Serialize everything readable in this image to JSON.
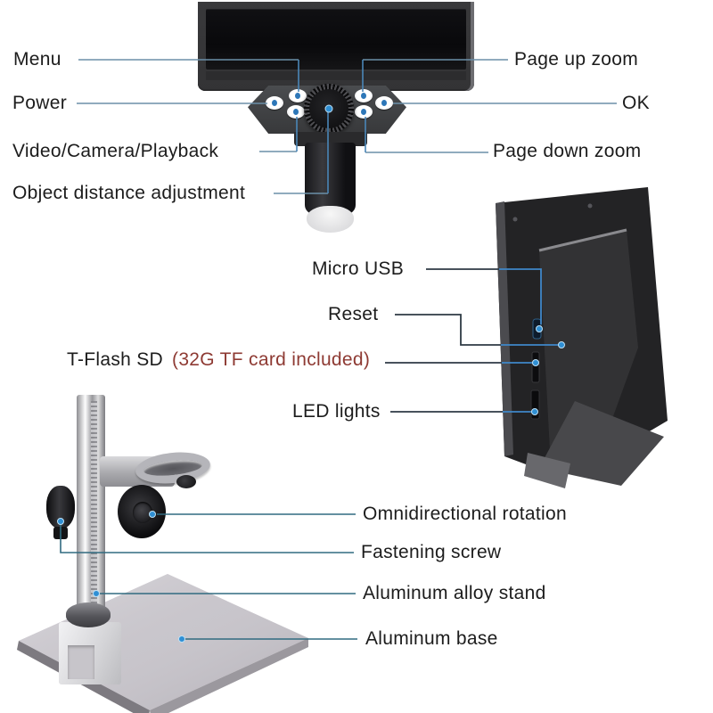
{
  "front_view": {
    "left_labels": [
      {
        "id": "menu",
        "text": "Menu"
      },
      {
        "id": "power",
        "text": "Power"
      },
      {
        "id": "video",
        "text": "Video/Camera/Playback"
      },
      {
        "id": "object_distance",
        "text": "Object distance adjustment"
      }
    ],
    "right_labels": [
      {
        "id": "page_up",
        "text": "Page up zoom"
      },
      {
        "id": "ok",
        "text": "OK"
      },
      {
        "id": "page_down",
        "text": "Page down zoom"
      }
    ]
  },
  "back_view": {
    "labels": [
      {
        "id": "micro_usb",
        "text": "Micro USB"
      },
      {
        "id": "reset",
        "text": "Reset"
      },
      {
        "id": "t_flash",
        "text": "T-Flash SD",
        "note": "(32G TF card included)"
      },
      {
        "id": "led",
        "text": "LED lights"
      }
    ]
  },
  "stand_view": {
    "labels": [
      {
        "id": "omni",
        "text": "Omnidirectional rotation"
      },
      {
        "id": "fastening",
        "text": "Fastening screw"
      },
      {
        "id": "alloy_stand",
        "text": "Aluminum alloy stand"
      },
      {
        "id": "alu_base",
        "text": "Aluminum base"
      }
    ]
  },
  "colors": {
    "label_text": "#1c1c1c",
    "note_red": "#8e3a33",
    "leader_front": "#6b8fa8",
    "leader_front_vertical": "#4a86b8",
    "leader_dark": "#2e3a44",
    "leader_blue_on_dark": "#3f87c8",
    "leader_teal": "#316b80",
    "marker_blue": "#2f8fd4"
  },
  "icons": {
    "port_marker": "blue-dot",
    "button_glyph": "blue-dot"
  }
}
